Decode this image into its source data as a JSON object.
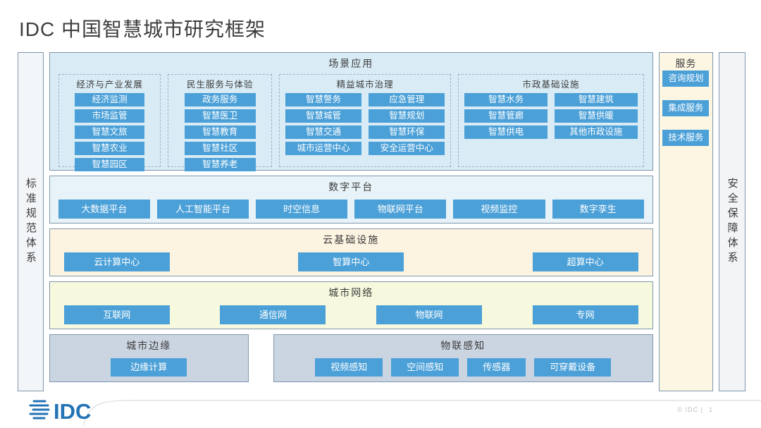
{
  "page": {
    "title": "IDC 中国智慧城市研究框架"
  },
  "left_bar": {
    "label": "标准规范体系"
  },
  "right_bar": {
    "label": "安全保障体系"
  },
  "services": {
    "title": "服务",
    "items": [
      "咨询规划",
      "集成服务",
      "技术服务"
    ]
  },
  "sections": {
    "scenario": {
      "title": "场景应用",
      "groups": [
        {
          "title": "经济与产业发展",
          "items": [
            "经济监测",
            "市场监管",
            "智慧文旅",
            "智慧农业",
            "智慧园区"
          ]
        },
        {
          "title": "民生服务与体验",
          "items": [
            "政务服务",
            "智慧医卫",
            "智慧教育",
            "智慧社区",
            "智慧养老"
          ]
        },
        {
          "title": "精益城市治理",
          "items": [
            "智慧警务",
            "应急管理",
            "智慧城管",
            "智慧规划",
            "智慧交通",
            "智慧环保",
            "城市运营中心",
            "安全运营中心"
          ]
        },
        {
          "title": "市政基础设施",
          "items": [
            "智慧水务",
            "智慧建筑",
            "智慧管廊",
            "智慧供暖",
            "智慧供电",
            "其他市政设施"
          ]
        }
      ]
    },
    "digital_platform": {
      "title": "数字平台",
      "items": [
        "大数据平台",
        "人工智能平台",
        "时空信息",
        "物联网平台",
        "视频监控",
        "数字孪生"
      ]
    },
    "cloud_infra": {
      "title": "云基础设施",
      "items": [
        "云计算中心",
        "智算中心",
        "超算中心"
      ]
    },
    "city_network": {
      "title": "城市网络",
      "items": [
        "互联网",
        "通信网",
        "物联网",
        "专网"
      ]
    },
    "city_edge": {
      "title": "城市边缘",
      "items": [
        "边缘计算"
      ]
    },
    "iot_sensing": {
      "title": "物联感知",
      "items": [
        "视频感知",
        "空间感知",
        "传感器",
        "可穿戴设备"
      ]
    }
  },
  "footer": {
    "logo_text": "IDC",
    "copyright": "© IDC |",
    "page_number": "1"
  },
  "colors": {
    "chip_blue": "#4ba0d8",
    "scenario_bg": "#d9ecf6",
    "digital_bg": "#e7f3f8",
    "cloud_bg": "#fdf3e1",
    "network_bg": "#f6f9dd",
    "bottom_bg": "#cbd5e1",
    "services_bg": "#fdf6e3",
    "border": "#7f96ad",
    "logo_blue": "#2473b5"
  }
}
